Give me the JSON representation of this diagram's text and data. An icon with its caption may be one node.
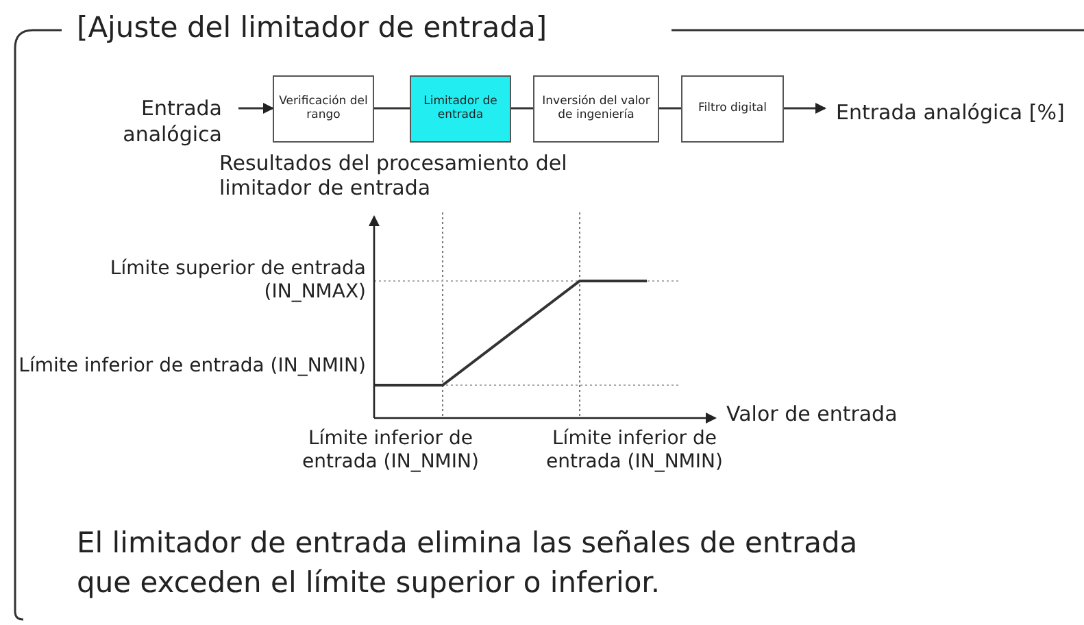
{
  "diagram": {
    "title": "[Ajuste del limitador de entrada]",
    "caption": "El limitador de entrada elimina las señales de entrada que exceden el límite superior o inferior.",
    "nodes": [
      {
        "text": [
          "Entrada analógica"
        ]
      },
      {
        "text": [
          "Verificación del rango"
        ]
      },
      {
        "text": [
          "Limitador de entrada"
        ]
      },
      {
        "text": [
          "Inversión del valor de ingeniería"
        ]
      },
      {
        "text": [
          "Filtro digital"
        ]
      },
      {
        "text": [
          "Entrada analógica [%]"
        ]
      }
    ],
    "edges": [
      {
        "from": 0,
        "to": 1,
        "arrow": "to"
      },
      {
        "from": 1,
        "to": 2,
        "arrow": "none"
      },
      {
        "from": 2,
        "to": 3,
        "arrow": "none"
      },
      {
        "from": 3,
        "to": 4,
        "arrow": "none"
      },
      {
        "from": 4,
        "to": 5,
        "arrow": "to"
      }
    ],
    "labels": [
      "Resultados del procesamiento del limitador de entrada",
      "Límite superior de entrada (IN_NMAX)",
      "Límite inferior de entrada (IN_NMIN)",
      "Valor de entrada",
      "Límite inferior de entrada (IN_NMIN)",
      "Límite inferior de entrada (IN_NMIN)"
    ]
  }
}
